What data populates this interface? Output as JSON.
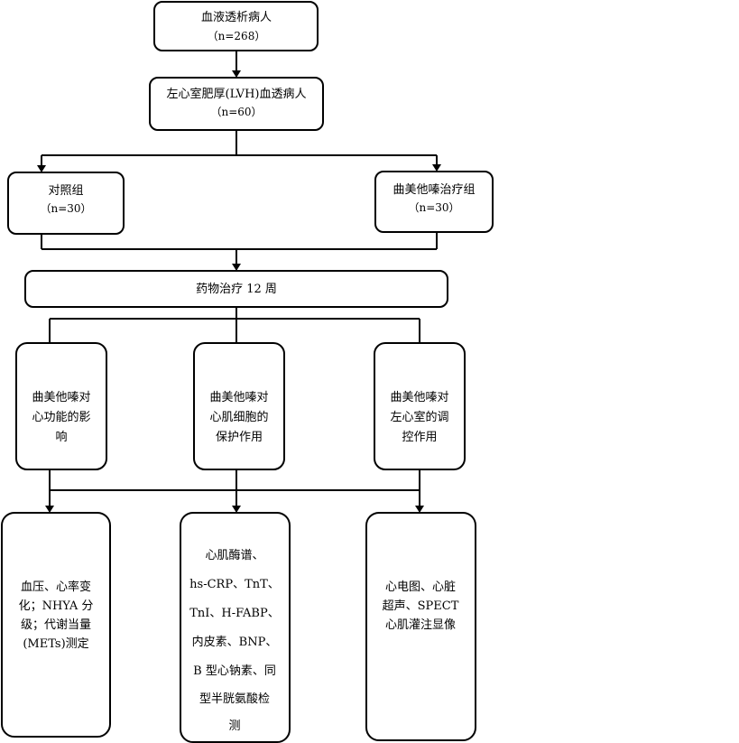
{
  "nodes": {
    "root": [
      "血液透析病人",
      "（n=268）"
    ],
    "lvh": [
      "左心室肥厚(LVH)血透病人",
      "（n=60）"
    ],
    "control": [
      "对照组",
      "（n=30）"
    ],
    "treatment": [
      "曲美他嗪治疗组",
      "（n=30）"
    ],
    "drug": [
      "药物治疗 12 周"
    ],
    "aim1": [
      "曲美他嗪对",
      "心功能的影",
      "响"
    ],
    "aim2": [
      "曲美他嗪对",
      "心肌细胞的",
      "保护作用"
    ],
    "aim3": [
      "曲美他嗪对",
      "左心室的调",
      "控作用"
    ],
    "measure1": [
      "血压、心率变",
      "化；NHYA 分",
      "级；代谢当量",
      "(METs)测定"
    ],
    "measure2": [
      "心肌酶谱、",
      "hs-CRP、TnT、",
      "TnI、H-FABP、",
      "内皮素、BNP、",
      "B 型心钠素、同",
      "型半胱氨酸检",
      "测"
    ],
    "measure3": [
      "心电图、心脏",
      "超声、SPECT",
      "心肌灌注显像"
    ]
  }
}
